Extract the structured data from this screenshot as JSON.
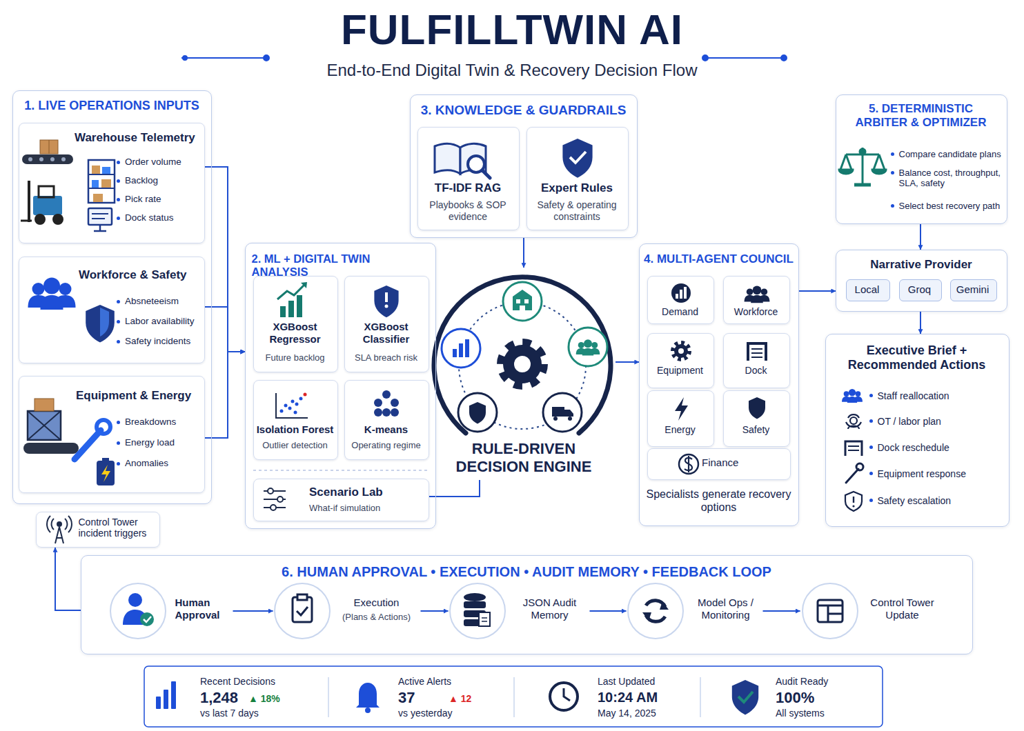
{
  "diagram": {
    "title": "FULFILLTWIN AI",
    "caption": "End-to-End Digital Twin & Recovery Decision Flow",
    "nodes": [
      {
        "text": [
          "1. LIVE OPERATIONS INPUTS"
        ]
      },
      {
        "text": [
          "Warehouse Telemetry",
          "Order volume",
          "Backlog",
          "Pick rate",
          "Dock status"
        ],
        "in": 0
      },
      {
        "text": [
          "Workforce & Safety",
          "Absneteeism",
          "Labor availability",
          "Safety incidents"
        ],
        "in": 0
      },
      {
        "text": [
          "Equipment & Energy",
          "Breakdowns",
          "Energy load",
          "Anomalies"
        ],
        "in": 0
      },
      {
        "text": [
          "Control Tower incident triggers"
        ]
      },
      {
        "text": [
          "3. KNOWLEDGE & GUARDRAILS"
        ]
      },
      {
        "text": [
          "TF-IDF RAG",
          "Playbooks & SOP evidence"
        ],
        "in": 5
      },
      {
        "text": [
          "Expert Rules",
          "Safety & operating constraints"
        ],
        "in": 5
      },
      {
        "text": [
          "2. ML + DIGITAL TWIN ANALYSIS"
        ]
      },
      {
        "text": [
          "XGBoost Regressor",
          "Future backlog"
        ],
        "in": 8
      },
      {
        "text": [
          "XGBoost Classifier",
          "SLA breach risk"
        ],
        "in": 8
      },
      {
        "text": [
          "Isolation Forest",
          "Outlier detection"
        ],
        "in": 8
      },
      {
        "text": [
          "K-means",
          "Operating regime"
        ],
        "in": 8
      },
      {
        "text": [
          "Scenario Lab",
          "What-if simulation"
        ],
        "in": 8
      },
      {
        "text": [
          "RULE-DRIVEN DECISION ENGINE"
        ]
      },
      {
        "text": [
          "4. MULTI-AGENT COUNCIL",
          "Specialists generate recovery options"
        ]
      },
      {
        "text": [
          "Demand"
        ],
        "in": 15
      },
      {
        "text": [
          "Workforce"
        ],
        "in": 15
      },
      {
        "text": [
          "Equipment"
        ],
        "in": 15
      },
      {
        "text": [
          "Dock"
        ],
        "in": 15
      },
      {
        "text": [
          "Energy"
        ],
        "in": 15
      },
      {
        "text": [
          "Safety"
        ],
        "in": 15
      },
      {
        "text": [
          "Finance"
        ],
        "in": 15
      },
      {
        "text": [
          "5. DETERMINISTIC ARBITER & OPTIMIZER",
          "Compare candidate plans",
          "Balance cost, throughput, SLA, safety",
          "Select best recovery path"
        ]
      },
      {
        "text": [
          "Narrative Provider"
        ]
      },
      {
        "text": [
          "Local"
        ],
        "in": 24
      },
      {
        "text": [
          "Groq"
        ],
        "in": 24
      },
      {
        "text": [
          "Gemini"
        ],
        "in": 24
      },
      {
        "text": [
          "Executive Brief + Recommended Actions",
          "Staff reallocation",
          "OT / labor plan",
          "Dock reschedule",
          "Equipment response",
          "Safety escalation"
        ]
      },
      {
        "text": [
          "6. HUMAN APPROVAL • EXECUTION • AUDIT MEMORY • FEEDBACK LOOP"
        ]
      },
      {
        "text": [
          "Human Approval"
        ],
        "in": 29
      },
      {
        "text": [
          "Execution",
          "(Plans & Actions)"
        ],
        "in": 29
      },
      {
        "text": [
          "JSON Audit Memory"
        ],
        "in": 29
      },
      {
        "text": [
          "Model Ops / Monitoring"
        ],
        "in": 29
      },
      {
        "text": [
          "Control Tower Update"
        ],
        "in": 29
      },
      {
        "text": [
          "Recent Decisions",
          "1,248",
          "▲ 18%",
          "vs last 7 days"
        ]
      },
      {
        "text": [
          "Active Alerts",
          "37",
          "▲ 12",
          "vs yesterday"
        ]
      },
      {
        "text": [
          "Last Updated",
          "10:24 AM",
          "May 14, 2025"
        ]
      },
      {
        "text": [
          "Audit Ready",
          "100%",
          "All systems"
        ]
      }
    ],
    "edges": [
      {
        "from": 1,
        "to": 8,
        "arrow": "to"
      },
      {
        "from": 2,
        "to": 8,
        "arrow": "to"
      },
      {
        "from": 3,
        "to": 8,
        "arrow": "to"
      },
      {
        "from": 5,
        "to": 14,
        "arrow": "to"
      },
      {
        "from": 13,
        "to": 14,
        "arrow": "none"
      },
      {
        "from": 14,
        "to": 15,
        "arrow": "to"
      },
      {
        "from": 15,
        "to": 24,
        "arrow": "to"
      },
      {
        "from": 23,
        "to": 24,
        "arrow": "to"
      },
      {
        "from": 24,
        "to": 28,
        "arrow": "to"
      },
      {
        "from": 30,
        "to": 31,
        "arrow": "to"
      },
      {
        "from": 31,
        "to": 32,
        "arrow": "to"
      },
      {
        "from": 32,
        "to": 33,
        "arrow": "to"
      },
      {
        "from": 33,
        "to": 34,
        "arrow": "to"
      },
      {
        "from": 29,
        "to": 4,
        "arrow": "to"
      }
    ]
  }
}
